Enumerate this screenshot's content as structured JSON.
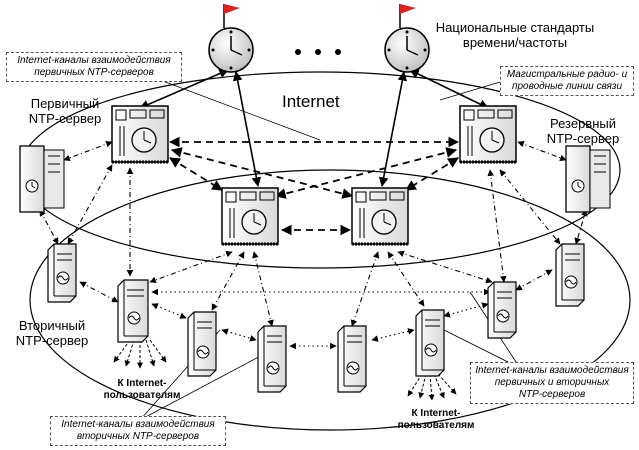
{
  "labels": {
    "internet": "Internet",
    "national_standards": "Национальные стандарты\nвремени/частоты",
    "primary_server": "Первичный\nNTP-сервер",
    "backup_server": "Резервный\nNTP-сервер",
    "secondary_server": "Вторичный\nNTP-сервер",
    "to_users_left": "К Internet-\nпользователям",
    "to_users_right": "К Internet-\nпользователям"
  },
  "callouts": {
    "primary_channels": "Internet-каналы взаимодействия\nпервичных NTP-серверов",
    "backbone_links": "Магистральные радио- и\nпроводные линии связи",
    "primary_secondary_channels": "Internet-каналы взаимодействия\nпервичных и вторичных\nNTP-серверов",
    "secondary_channels": "Internet-каналы взаимодействия\nвторичных NTP-серверов"
  },
  "colors": {
    "flag": "#e02020",
    "line": "#000000",
    "clock_face": "#f2f2f2",
    "server_body": "#ffffff"
  },
  "icons": [
    "national-clock-icon",
    "primary-server-icon",
    "secondary-server-icon",
    "backup-server-icon",
    "flag-icon",
    "ellipsis-dots"
  ]
}
